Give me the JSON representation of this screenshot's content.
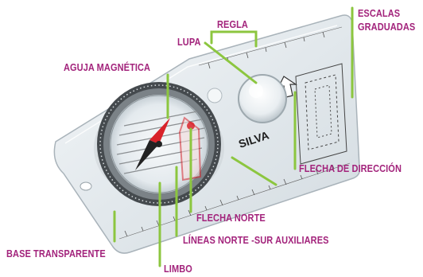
{
  "labels": {
    "regla": "REGLA",
    "lupa": "LUPA",
    "escalas_line1": "ESCALAS",
    "escalas_line2": "GRADUADAS",
    "aguja": "AGUJA MAGNÉTICA",
    "flecha_direccion": "FLECHA DE DIRECCIÓN",
    "flecha_norte": "FLECHA NORTE",
    "lineas_norte_sur": "LÍNEAS NORTE -SUR AUXILIARES",
    "base": "BASE TRANSPARENTE",
    "limbo": "LIMBO"
  },
  "brand": "SILVA",
  "colors": {
    "label_text": "#a3247c",
    "leader_line": "#8cc63f",
    "base_plate": "#e6ebee",
    "base_edge": "#a9b3ba",
    "needle_red": "#d8222a",
    "bezel_dark": "#333333"
  }
}
